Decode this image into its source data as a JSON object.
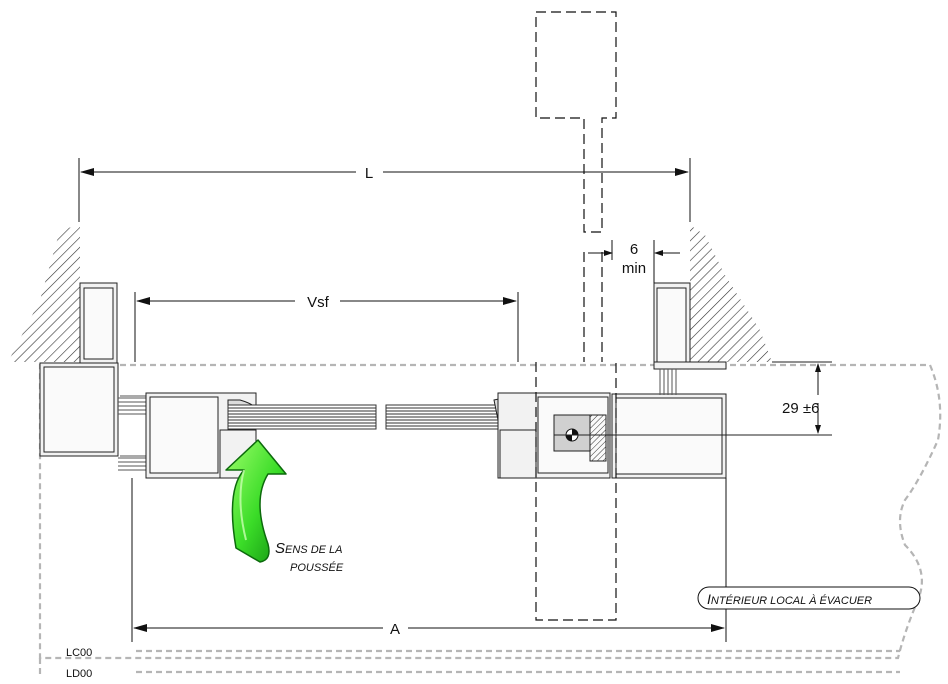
{
  "dimensions": {
    "L": "L",
    "Vsf": "Vsf",
    "A": "A",
    "gap_value": "6",
    "gap_unit": "min",
    "height": "29 ±6"
  },
  "labels": {
    "push_line1_cap": "S",
    "push_line1_rest": "ENS DE LA",
    "push_line2": "POUSSÉE",
    "interior_cap": "I",
    "interior_rest": "NTÉRIEUR LOCAL À ÉVACUER",
    "lc00": "LC00",
    "ld00": "LD00"
  },
  "colors": {
    "arrow_green_light": "#7dff4a",
    "arrow_green_dark": "#119a11",
    "profile_fill": "#f2f2f2",
    "dash_gray": "#b5b5b5"
  }
}
